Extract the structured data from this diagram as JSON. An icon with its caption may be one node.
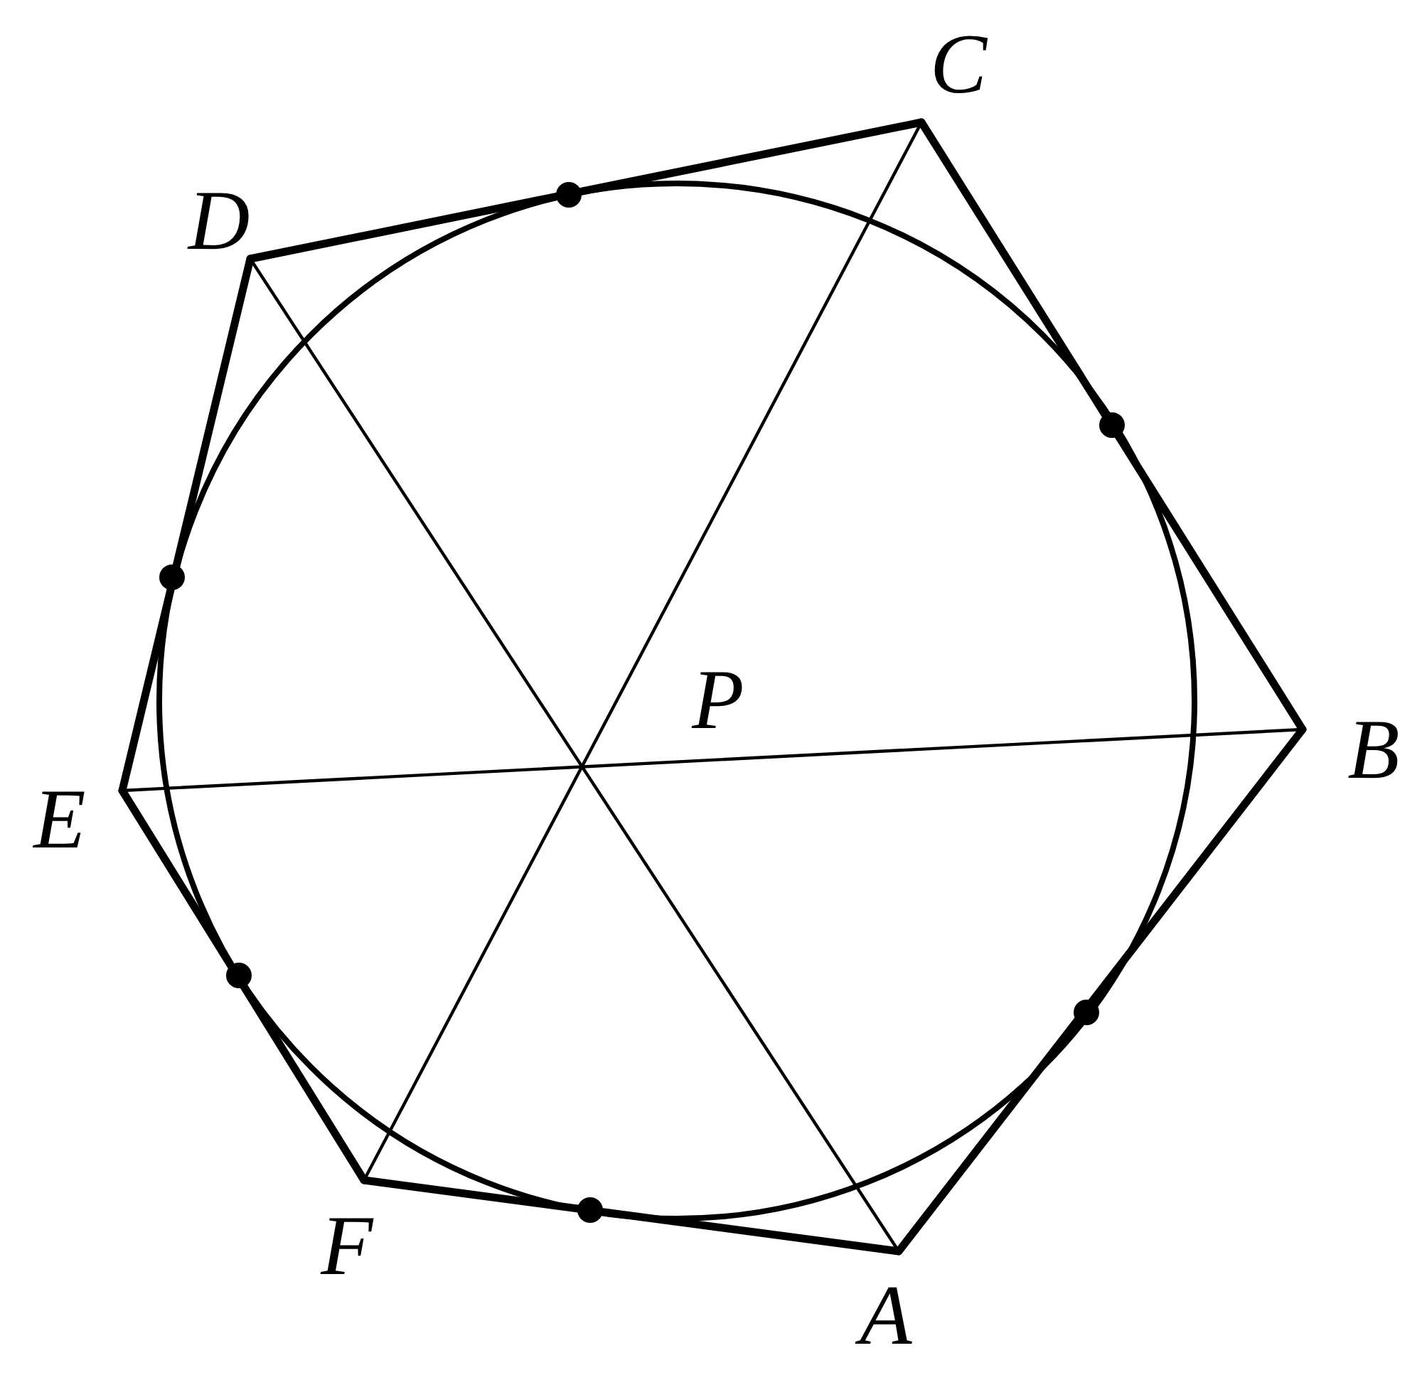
{
  "diagram": {
    "nodes": [
      {
        "text": [
          "C"
        ]
      },
      {
        "text": [
          "D"
        ]
      },
      {
        "text": [
          "B"
        ]
      },
      {
        "text": [
          "E"
        ]
      },
      {
        "text": [
          "F"
        ]
      },
      {
        "text": [
          "A"
        ]
      }
    ],
    "edges": [
      {
        "from": 5,
        "to": 2,
        "arrow": "none"
      },
      {
        "from": 2,
        "to": 0,
        "arrow": "none"
      },
      {
        "from": 0,
        "to": 1,
        "arrow": "none"
      },
      {
        "from": 1,
        "to": 3,
        "arrow": "none"
      },
      {
        "from": 3,
        "to": 4,
        "arrow": "none"
      },
      {
        "from": 4,
        "to": 5,
        "arrow": "none"
      },
      {
        "from": 5,
        "to": 1,
        "arrow": "none"
      },
      {
        "from": 2,
        "to": 3,
        "arrow": "none"
      },
      {
        "from": 0,
        "to": 4,
        "arrow": "none"
      }
    ],
    "labels": [
      "P"
    ]
  }
}
